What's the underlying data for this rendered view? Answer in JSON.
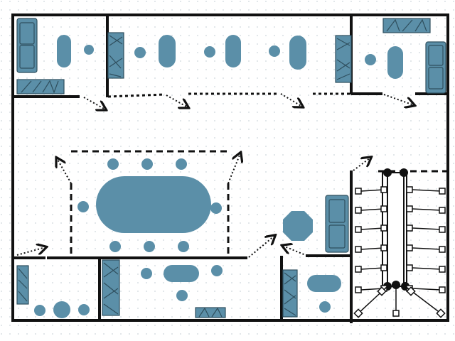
{
  "colors": {
    "background": "#ffffff",
    "grid_dot": "#d9dfe3",
    "wall": "#111111",
    "furniture_fill": "#5b8fa8",
    "furniture_dark": "#2f4f5e",
    "arrow": "#111111"
  },
  "icons": {
    "sofa": "sofa-icon",
    "cabinet": "cabinet-icon",
    "table": "table-icon",
    "chair": "chair-icon",
    "plant": "octagon-plant-icon",
    "arrow": "dotted-arrow-icon",
    "glass_wall": "glass-partition-icon"
  },
  "rooms": [
    {
      "id": "office-top-left",
      "kind": "private-office"
    },
    {
      "id": "open-workspace-top",
      "kind": "open-office"
    },
    {
      "id": "office-top-right",
      "kind": "private-office"
    },
    {
      "id": "conference-zone",
      "kind": "meeting-area"
    },
    {
      "id": "office-bottom-left",
      "kind": "private-office"
    },
    {
      "id": "meeting-room-bottom",
      "kind": "meeting-room"
    },
    {
      "id": "office-bottom-right",
      "kind": "private-office"
    },
    {
      "id": "stairwell",
      "kind": "stairs"
    }
  ]
}
